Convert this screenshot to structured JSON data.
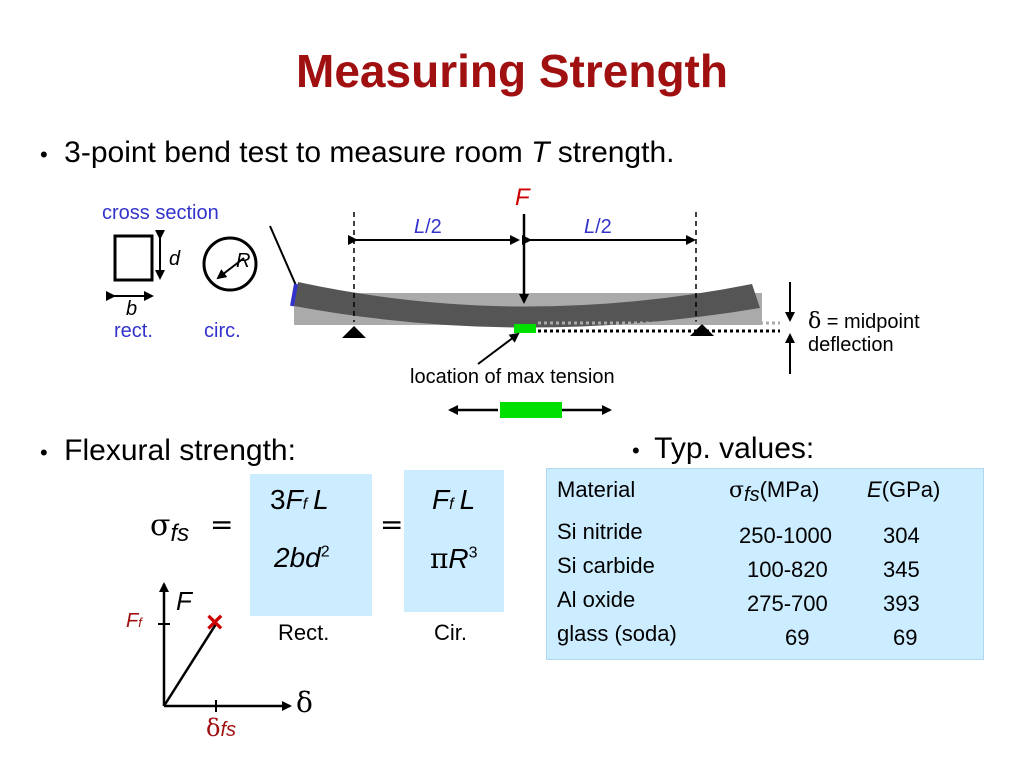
{
  "slide": {
    "title": "Measuring Strength",
    "bullet1": {
      "marker": "•",
      "before": "3-point bend test to measure room ",
      "italic": "T",
      "after": " strength."
    },
    "bullet2": {
      "marker": "•",
      "text": "Flexural strength:"
    },
    "bullet3": {
      "marker": "•",
      "text": "Typ. values:"
    }
  },
  "diagram": {
    "cross_section_label": "cross section",
    "dim_d": "d",
    "dim_b": "b",
    "dim_R": "R",
    "rect_label": "rect.",
    "circ_label": "circ.",
    "force_label": "F",
    "half_span_left": {
      "italic": "L",
      "rest": "/2"
    },
    "half_span_right": {
      "italic": "L",
      "rest": "/2"
    },
    "delta_symbol": "δ",
    "deflection_line1": " = midpoint",
    "deflection_line2": "deflection",
    "max_tension_label": "location of max tension",
    "colors": {
      "beam": "#555555",
      "beam_shadow": "#aaaaaa",
      "tension": "#00e000",
      "force": "#cc0000",
      "annotation": "#3333cc"
    }
  },
  "formula": {
    "sigma": "σ",
    "sigma_sub": "fs",
    "equals": "=",
    "rect_numerator": {
      "coef": "3",
      "F": "F",
      "f": "f",
      "L": "L"
    },
    "rect_denominator": {
      "text": "2bd",
      "exp": "2"
    },
    "circ_numerator": {
      "F": "F",
      "f": "f",
      "L": "L"
    },
    "circ_denominator": {
      "pi": "π",
      "R": "R",
      "exp": "3"
    },
    "rect_label": "Rect.",
    "circ_label": "Cir."
  },
  "graph": {
    "y_label": "F",
    "y_mark": {
      "F": "F",
      "f": "f"
    },
    "x_label": "δ",
    "x_mark": {
      "delta": "δ",
      "sub": "fs"
    },
    "fracture_mark": "×"
  },
  "table": {
    "headers": {
      "material": "Material",
      "sigma": "σ",
      "sigma_sub": "fs",
      "sigma_unit": "(MPa)",
      "E": "E",
      "E_unit": "(GPa)"
    },
    "rows": [
      {
        "material": "Si nitride",
        "strength": "250-1000",
        "modulus": "304"
      },
      {
        "material": "Si carbide",
        "strength": "100-820",
        "modulus": "345"
      },
      {
        "material": "Al oxide",
        "strength": "275-700",
        "modulus": "393"
      },
      {
        "material": "glass (soda)",
        "strength": "69",
        "modulus": "69"
      }
    ]
  }
}
